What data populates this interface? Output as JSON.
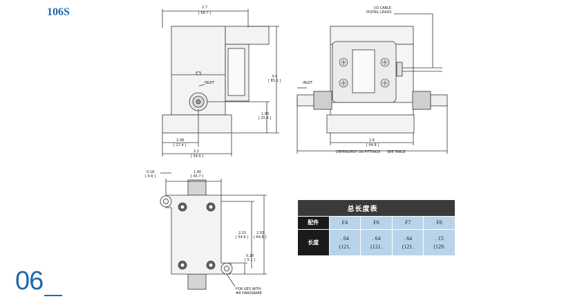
{
  "model": "106S",
  "page_number": "06",
  "labels": {
    "inlet_side": "INLET",
    "inlet_front": "INLET",
    "cable_1": "I/O CABLE",
    "cable_2": "PIGTAIL LEADS",
    "dependent": "DEPENDENT ON FITTINGS",
    "see_table": "SEE TABLE",
    "for_ues_1": "FOR UES WITH",
    "for_ues_2": "#8 HARDWARE"
  },
  "dims": {
    "w27_in": "2.7",
    "w27_mm": "[ 68.7 ]",
    "h34_in": "3.4",
    "h34_mm": "[ 85.1 ]",
    "h100_in": "1.00",
    "h100_mm": "[ 25.4 ]",
    "w108_in": "1.08",
    "w108_mm": "[ 27.4 ]",
    "w22_in": "2.2",
    "w22_mm": "[ 54.9 ]",
    "w26_in": "2.6",
    "w26_mm": "[ 64.8 ]",
    "w018_in": "0.18",
    "w018_mm": "[ 4.6 ]",
    "w180_in": "1.80",
    "w180_mm": "[ 45.7 ]",
    "h215_in": "2.15",
    "h215_mm": "[ 54.6 ]",
    "h255_in": "2.55",
    "h255_mm": "[ 64.8 ]",
    "h020_in": "0.20",
    "h020_mm": "[ 5.1 ]"
  },
  "table": {
    "title": "总长度表",
    "row1_label": "配件",
    "row2_label": "长度",
    "columns": [
      "F4",
      "F6",
      "F7",
      "F8"
    ],
    "values_line1": [
      ". 64",
      ". 64",
      ". 64",
      ". 15"
    ],
    "values_line2": [
      "(121.",
      "(121.",
      "(121.",
      "(129."
    ]
  }
}
